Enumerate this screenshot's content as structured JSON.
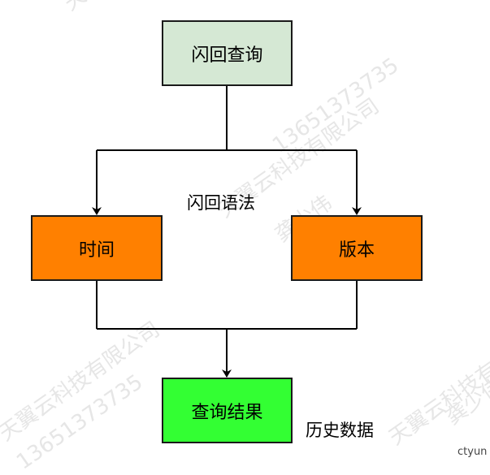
{
  "colors": {
    "top_fill": "#d5e8d4",
    "orange_fill": "#ff8000",
    "green_fill": "#33ff33",
    "line": "#000000"
  },
  "nodes": {
    "top": "闪回查询",
    "left": "时间",
    "right": "版本",
    "bottom": "查询结果"
  },
  "labels": {
    "branch": "闪回语法",
    "result_note": "历史数据"
  },
  "watermark": {
    "company": "天翼云科技有限公司",
    "person": "龚少伟",
    "phone": "13651373735"
  },
  "footer": {
    "brand": "ctyun"
  }
}
